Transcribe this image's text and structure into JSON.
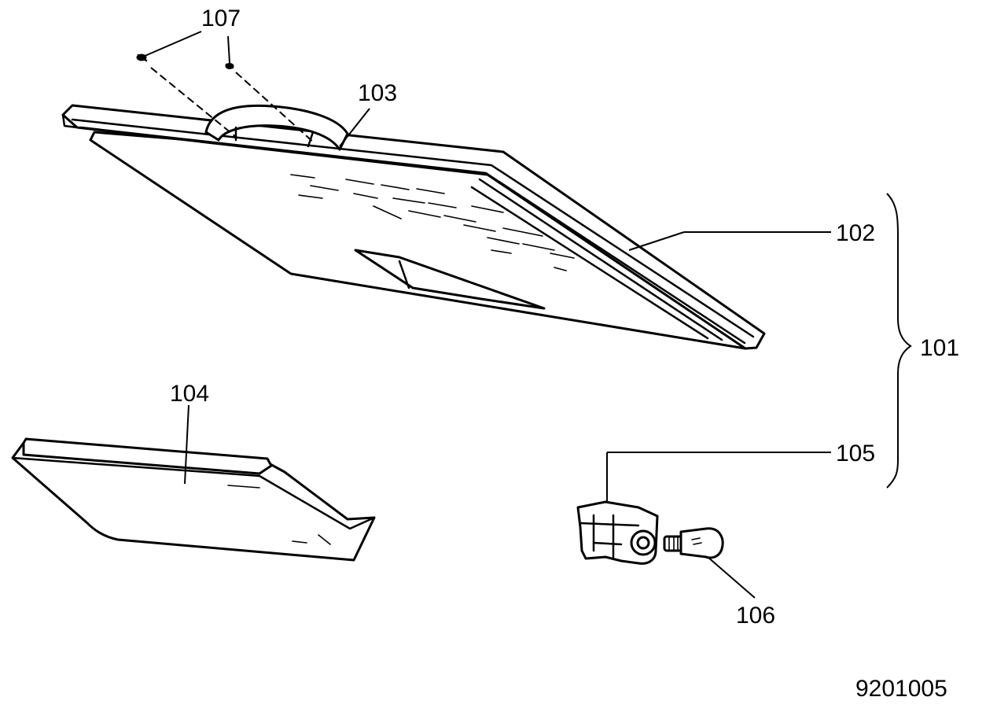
{
  "callouts": {
    "c101": "101",
    "c102": "102",
    "c103": "103",
    "c104": "104",
    "c105": "105",
    "c106": "106",
    "c107": "107"
  },
  "drawing_number": "9201005"
}
